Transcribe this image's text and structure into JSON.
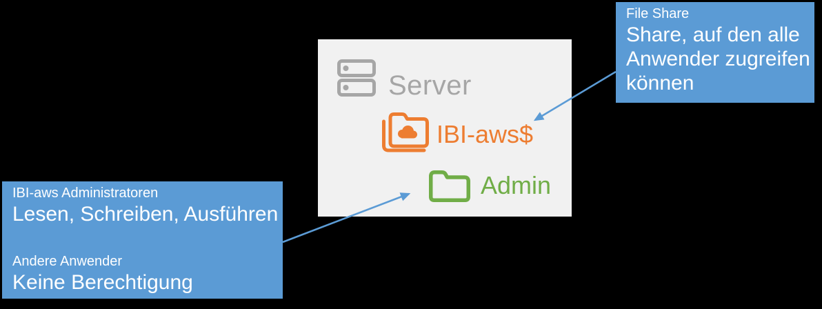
{
  "panel": {
    "server_label": "Server",
    "share_label": "IBI-aws$",
    "admin_label": "Admin"
  },
  "callouts": {
    "file_share": {
      "title": "File Share",
      "body": "Share, auf den alle\nAnwender zugreifen\nkönnen"
    },
    "permissions": {
      "group1_title": "IBI-aws Administratoren",
      "group1_value": "Lesen, Schreiben, Ausführen",
      "group2_title": "Andere Anwender",
      "group2_value": "Keine Berechtigung"
    }
  },
  "icons": {
    "server": "server-icon",
    "share": "shared-folder-cloud-icon",
    "admin": "folder-icon"
  },
  "colors": {
    "background": "#000000",
    "panel": "#F1F1F1",
    "callout_blue": "#5B9BD5",
    "arrow_blue": "#5B9BD5",
    "orange": "#ED7D31",
    "green": "#70AD47",
    "gray": "#A6A6A6",
    "callout_text": "#FFFFFF"
  }
}
